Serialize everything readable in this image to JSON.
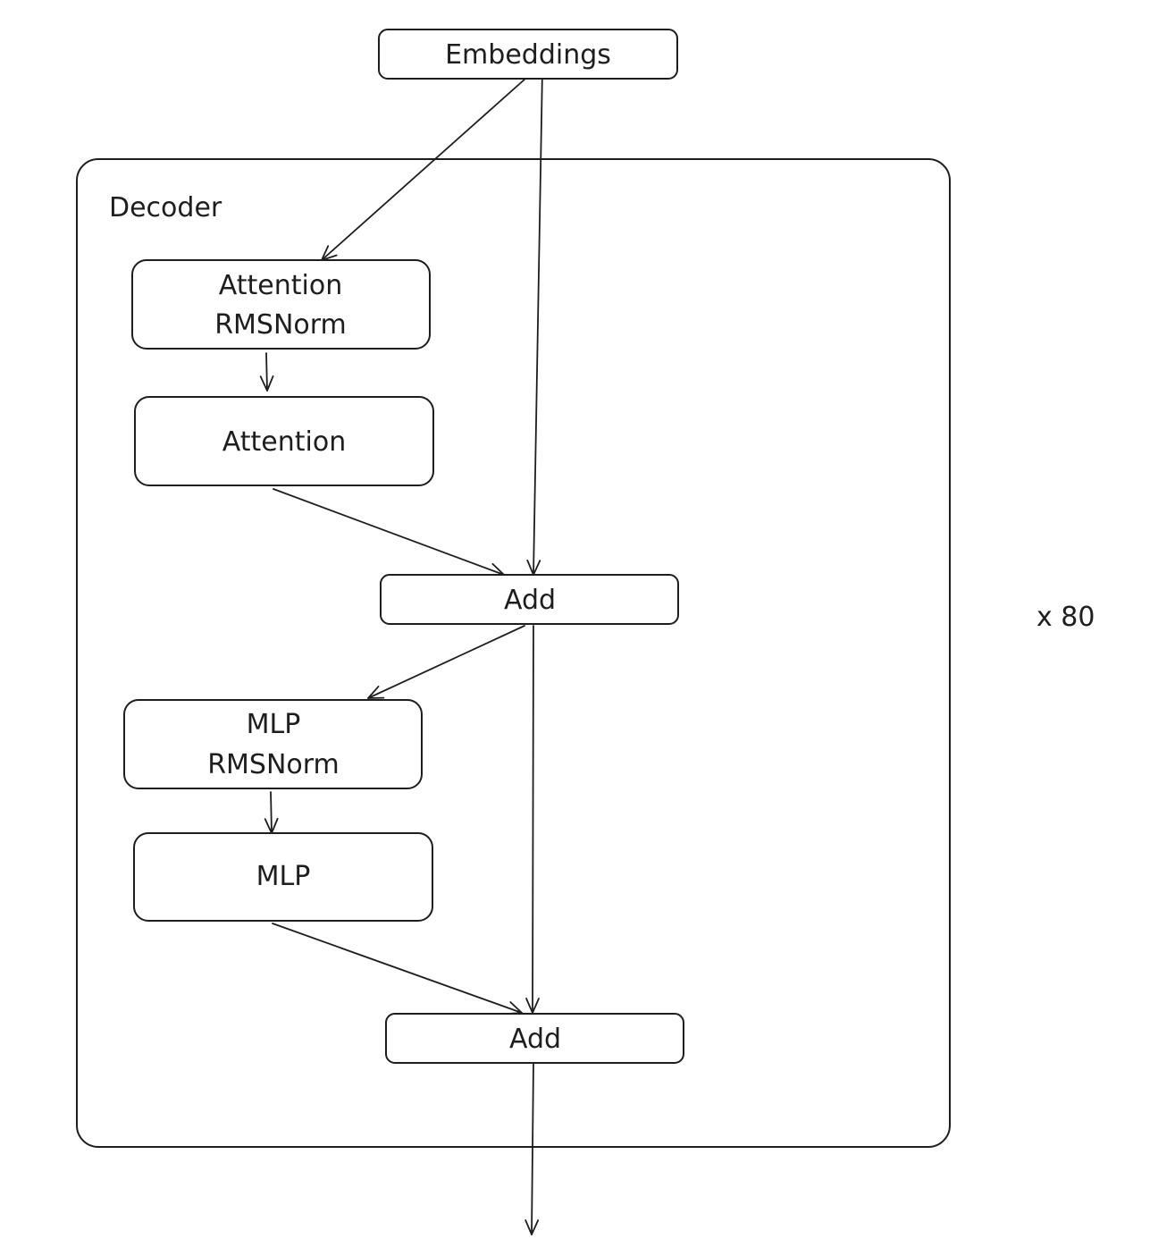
{
  "decoder": {
    "title": "Decoder",
    "repeat_label": "x 80"
  },
  "nodes": {
    "embeddings": "Embeddings",
    "attention_norm": [
      "Attention",
      "RMSNorm"
    ],
    "attention": "Attention",
    "add_1": "Add",
    "mlp_norm": [
      "MLP",
      "RMSNorm"
    ],
    "mlp": "MLP",
    "add_2": "Add"
  },
  "edges": [
    {
      "from": "embeddings",
      "to": "attention_norm"
    },
    {
      "from": "embeddings",
      "to": "add_1"
    },
    {
      "from": "attention_norm",
      "to": "attention"
    },
    {
      "from": "attention",
      "to": "add_1"
    },
    {
      "from": "add_1",
      "to": "mlp_norm"
    },
    {
      "from": "add_1",
      "to": "add_2"
    },
    {
      "from": "mlp_norm",
      "to": "mlp"
    },
    {
      "from": "mlp",
      "to": "add_2"
    },
    {
      "from": "add_2",
      "to": "output"
    }
  ],
  "colors": {
    "stroke": "#1e1e1e",
    "background": "#ffffff"
  }
}
